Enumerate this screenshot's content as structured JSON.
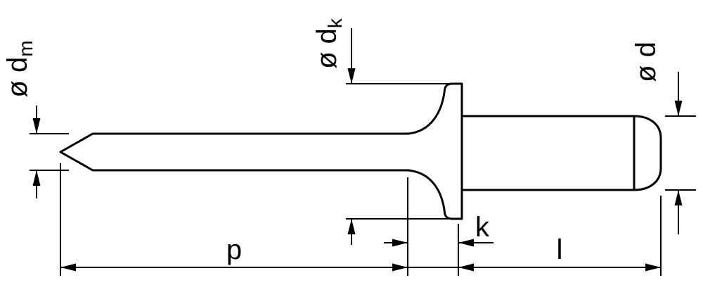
{
  "drawing": {
    "subject": "blind-rivet-side-view-with-dimensions",
    "colors": {
      "line": "#000000",
      "background": "#ffffff"
    }
  },
  "dimensions": {
    "mandrel_diameter": {
      "symbol": "ø d",
      "subscript": "m"
    },
    "head_diameter": {
      "symbol": "ø d",
      "subscript": "k"
    },
    "shank_diameter": {
      "symbol": "ø d",
      "subscript": ""
    },
    "mandrel_length": {
      "symbol": "p"
    },
    "head_height": {
      "symbol": "k"
    },
    "shank_length": {
      "symbol": "l"
    }
  }
}
